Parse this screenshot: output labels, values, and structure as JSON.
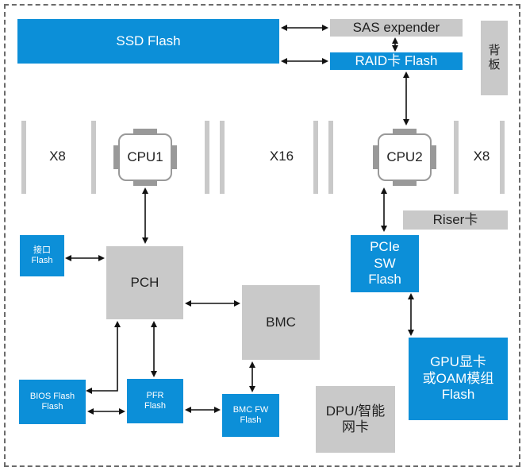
{
  "blocks": {
    "ssd": "SSD Flash",
    "sas": "SAS expender",
    "raid": "RAID卡 Flash",
    "backplane": "背\n板",
    "x8_left": "X8",
    "cpu1": "CPU1",
    "x16": "X16",
    "cpu2": "CPU2",
    "x8_right": "X8",
    "riser": "Riser卡",
    "interface_flash": "接口\nFlash",
    "pch": "PCH",
    "pcie_sw": "PCIe\nSW\nFlash",
    "bmc": "BMC",
    "gpu": "GPU显卡\n或OAM模组\nFlash",
    "bios_flash": "BIOS Flash\nFlash",
    "pfr": "PFR\nFlash",
    "bmc_fw": "BMC FW\nFlash",
    "dpu": "DPU/智能\n网卡"
  },
  "colors": {
    "flash": "#0c8fd8",
    "component": "#c9c9c9",
    "line": "#111111"
  }
}
